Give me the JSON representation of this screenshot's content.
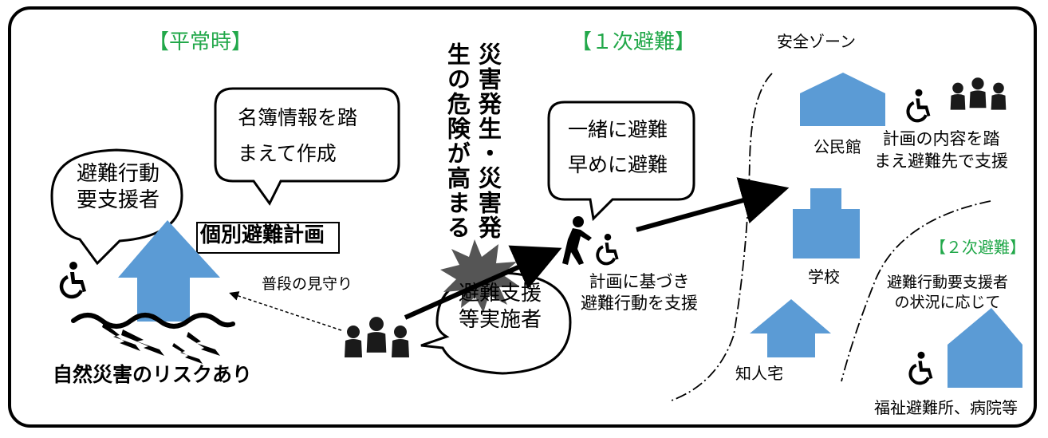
{
  "colors": {
    "accent_green": "#22a84a",
    "house_blue": "#5b9bd5",
    "dark": "#1a1a1a"
  },
  "normal_time": {
    "heading": "【平常時】",
    "bubble_list": "名簿情報を踏\nまえて作成",
    "bubble_person": "避難行動\n要支援者",
    "plan_label": "個別避難計画",
    "watch_label": "普段の見守り",
    "risk_label": "自然災害のリスクあり"
  },
  "crisis": {
    "line1": "災害発生・災害発",
    "line2": "生の危険が高まる"
  },
  "supporters_bubble": "避難支援\n等実施者",
  "first_evac": {
    "heading": "【１次避難】",
    "bubble": "一緒に避難\n早めに避難",
    "caption": "計画に基づき\n避難行動を支援"
  },
  "safe_zone": {
    "title": "安全ゾーン",
    "community_hall": "公民館",
    "school": "学校",
    "acquaintance_home": "知人宅",
    "support_text": "計画の内容を踏\nまえ避難先で支援"
  },
  "second_evac": {
    "heading": "【２次避難】",
    "description": "避難行動要支援者\nの状況に応じて",
    "destination": "福祉避難所、病院等"
  },
  "icons": [
    "wheelchair-icon",
    "people-group-icon",
    "house-icon",
    "lightning-icon",
    "explosion-icon",
    "pushing-wheelchair-icon",
    "school-building-icon"
  ]
}
